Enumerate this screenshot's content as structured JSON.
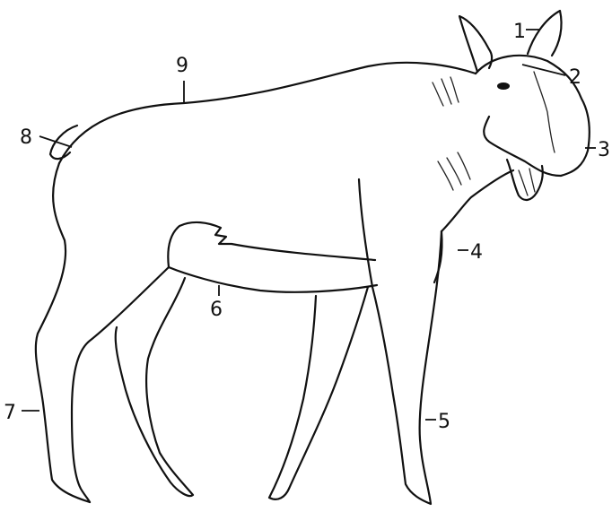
{
  "figure": {
    "labels": [
      "1",
      "2",
      "3",
      "4",
      "5",
      "6",
      "7",
      "8",
      "9"
    ]
  },
  "colors": {
    "ink": "#111111",
    "paper": "#ffffff"
  }
}
